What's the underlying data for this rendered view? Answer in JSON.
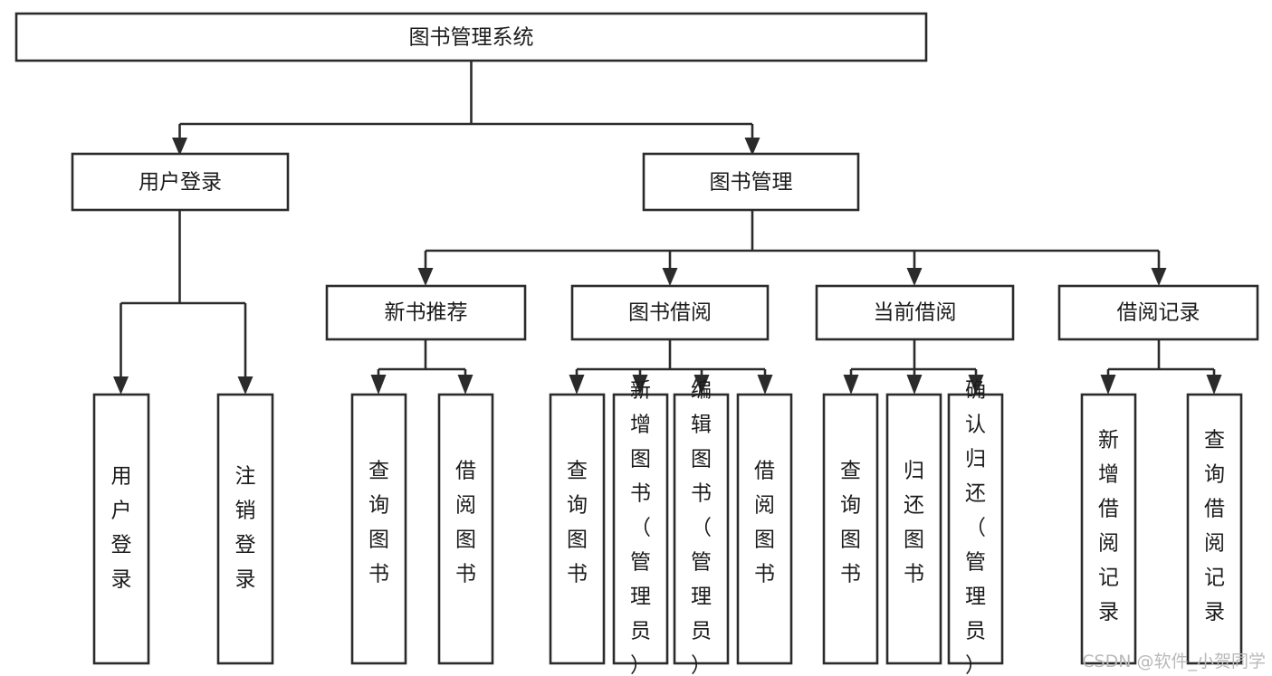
{
  "diagram": {
    "type": "tree-hierarchy",
    "title": "图书管理系统",
    "root": {
      "id": "root",
      "label": "图书管理系统",
      "orientation": "horizontal"
    },
    "level2": [
      {
        "id": "user-login",
        "label": "用户登录",
        "orientation": "horizontal"
      },
      {
        "id": "book-manage",
        "label": "图书管理",
        "orientation": "horizontal"
      }
    ],
    "level3": [
      {
        "id": "new-book-rec",
        "label": "新书推荐",
        "orientation": "horizontal",
        "parent": "book-manage"
      },
      {
        "id": "book-borrow",
        "label": "图书借阅",
        "orientation": "horizontal",
        "parent": "book-manage"
      },
      {
        "id": "current-borrow",
        "label": "当前借阅",
        "orientation": "horizontal",
        "parent": "book-manage"
      },
      {
        "id": "borrow-record",
        "label": "借阅记录",
        "orientation": "horizontal",
        "parent": "book-manage"
      }
    ],
    "leaves": [
      {
        "id": "leaf-user-login",
        "label": "用户登录",
        "orientation": "vertical",
        "parent": "user-login"
      },
      {
        "id": "leaf-logout-login",
        "label": "注销登录",
        "orientation": "vertical",
        "parent": "user-login"
      },
      {
        "id": "leaf-query-book-1",
        "label": "查询图书",
        "orientation": "vertical",
        "parent": "new-book-rec"
      },
      {
        "id": "leaf-borrow-book-1",
        "label": "借阅图书",
        "orientation": "vertical",
        "parent": "new-book-rec"
      },
      {
        "id": "leaf-query-book-2",
        "label": "查询图书",
        "orientation": "vertical",
        "parent": "book-borrow"
      },
      {
        "id": "leaf-add-book",
        "label": "新增图书（管理员）",
        "orientation": "vertical",
        "parent": "book-borrow"
      },
      {
        "id": "leaf-edit-book",
        "label": "编辑图书（管理员）",
        "orientation": "vertical",
        "parent": "book-borrow"
      },
      {
        "id": "leaf-borrow-book-2",
        "label": "借阅图书",
        "orientation": "vertical",
        "parent": "book-borrow"
      },
      {
        "id": "leaf-query-book-3",
        "label": "查询图书",
        "orientation": "vertical",
        "parent": "current-borrow"
      },
      {
        "id": "leaf-return-book",
        "label": "归还图书",
        "orientation": "vertical",
        "parent": "current-borrow"
      },
      {
        "id": "leaf-confirm-return",
        "label": "确认归还（管理员）",
        "orientation": "vertical",
        "parent": "current-borrow"
      },
      {
        "id": "leaf-add-record",
        "label": "新增借阅记录",
        "orientation": "vertical",
        "parent": "borrow-record"
      },
      {
        "id": "leaf-query-record",
        "label": "查询借阅记录",
        "orientation": "vertical",
        "parent": "borrow-record"
      }
    ],
    "colors": {
      "box_stroke": "#2b2b2b",
      "box_fill": "#ffffff",
      "text": "#1b1b1b",
      "background": "#ffffff",
      "watermark": "#b9b9b9"
    }
  },
  "watermark": {
    "text": "CSDN @软件_小贺同学"
  }
}
